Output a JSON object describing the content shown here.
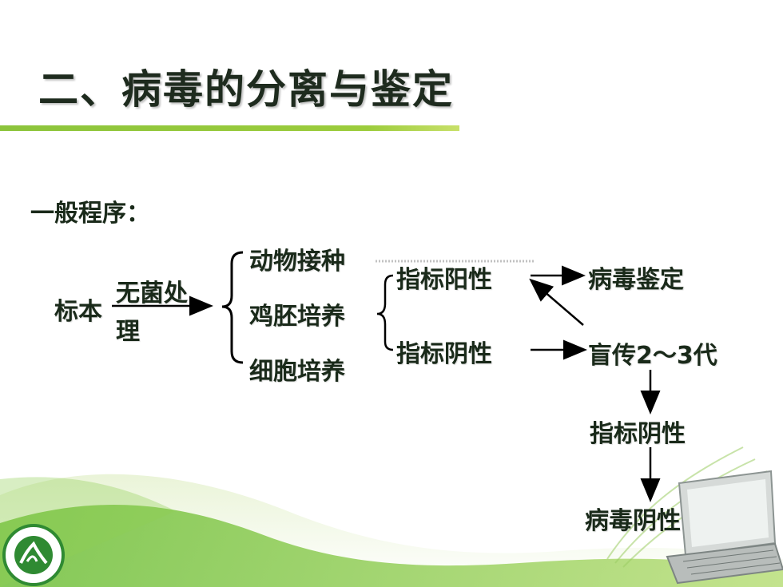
{
  "slide": {
    "title": "二、病毒的分离与鉴定",
    "subtitle": "一般程序："
  },
  "flow": {
    "specimen": "标本",
    "sterile_line1": "无菌处",
    "sterile_line2": "理",
    "methods": [
      "动物接种",
      "鸡胚培养",
      "细胞培养"
    ],
    "indicator_positive": "指标阳性",
    "indicator_negative": "指标阴性",
    "virus_identification": "病毒鉴定",
    "blind_passage": "盲传2～3代",
    "indicator_negative_after": "指标阴性",
    "virus_negative": "病毒阴性"
  },
  "colors": {
    "accent_green": "#8cc43c",
    "text_dark": "#1a2a1a",
    "logo_green": "#2f8a32"
  }
}
